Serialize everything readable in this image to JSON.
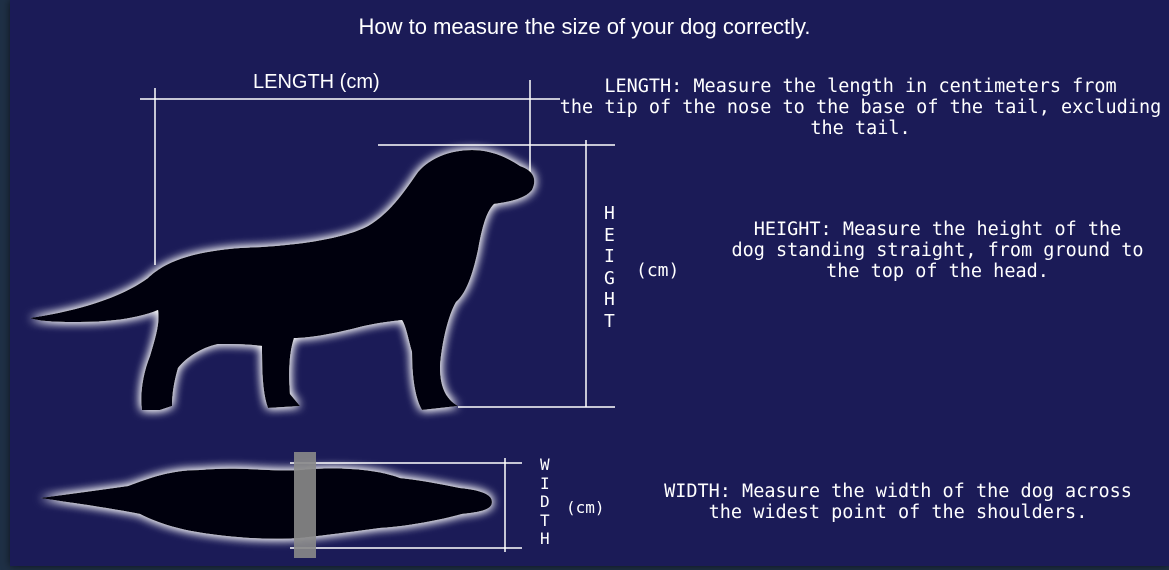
{
  "title": "How to measure the size of your dog correctly.",
  "length": {
    "axis_label": "LENGTH (cm)",
    "desc_line1": "LENGTH: Measure the length in centimeters from",
    "desc_line2": "the tip of the nose to the base of the tail, excluding",
    "desc_line3": "the tail."
  },
  "height": {
    "letters": [
      "H",
      "E",
      "I",
      "G",
      "H",
      "T"
    ],
    "unit": "(cm)",
    "desc_line1": "HEIGHT: Measure the height of the",
    "desc_line2": "dog standing straight, from ground to",
    "desc_line3": "the top of the head."
  },
  "width": {
    "letters": [
      "W",
      "I",
      "D",
      "T",
      "H"
    ],
    "unit": "(cm)",
    "desc_line1": "WIDTH: Measure the width of the dog across",
    "desc_line2": "the widest point of the shoulders."
  },
  "colors": {
    "background": "#1b1b57",
    "lines": "#ffffff",
    "silhouette": "#050508",
    "glow": "#ffffff",
    "shoulder_band": "#8a8a8a"
  }
}
